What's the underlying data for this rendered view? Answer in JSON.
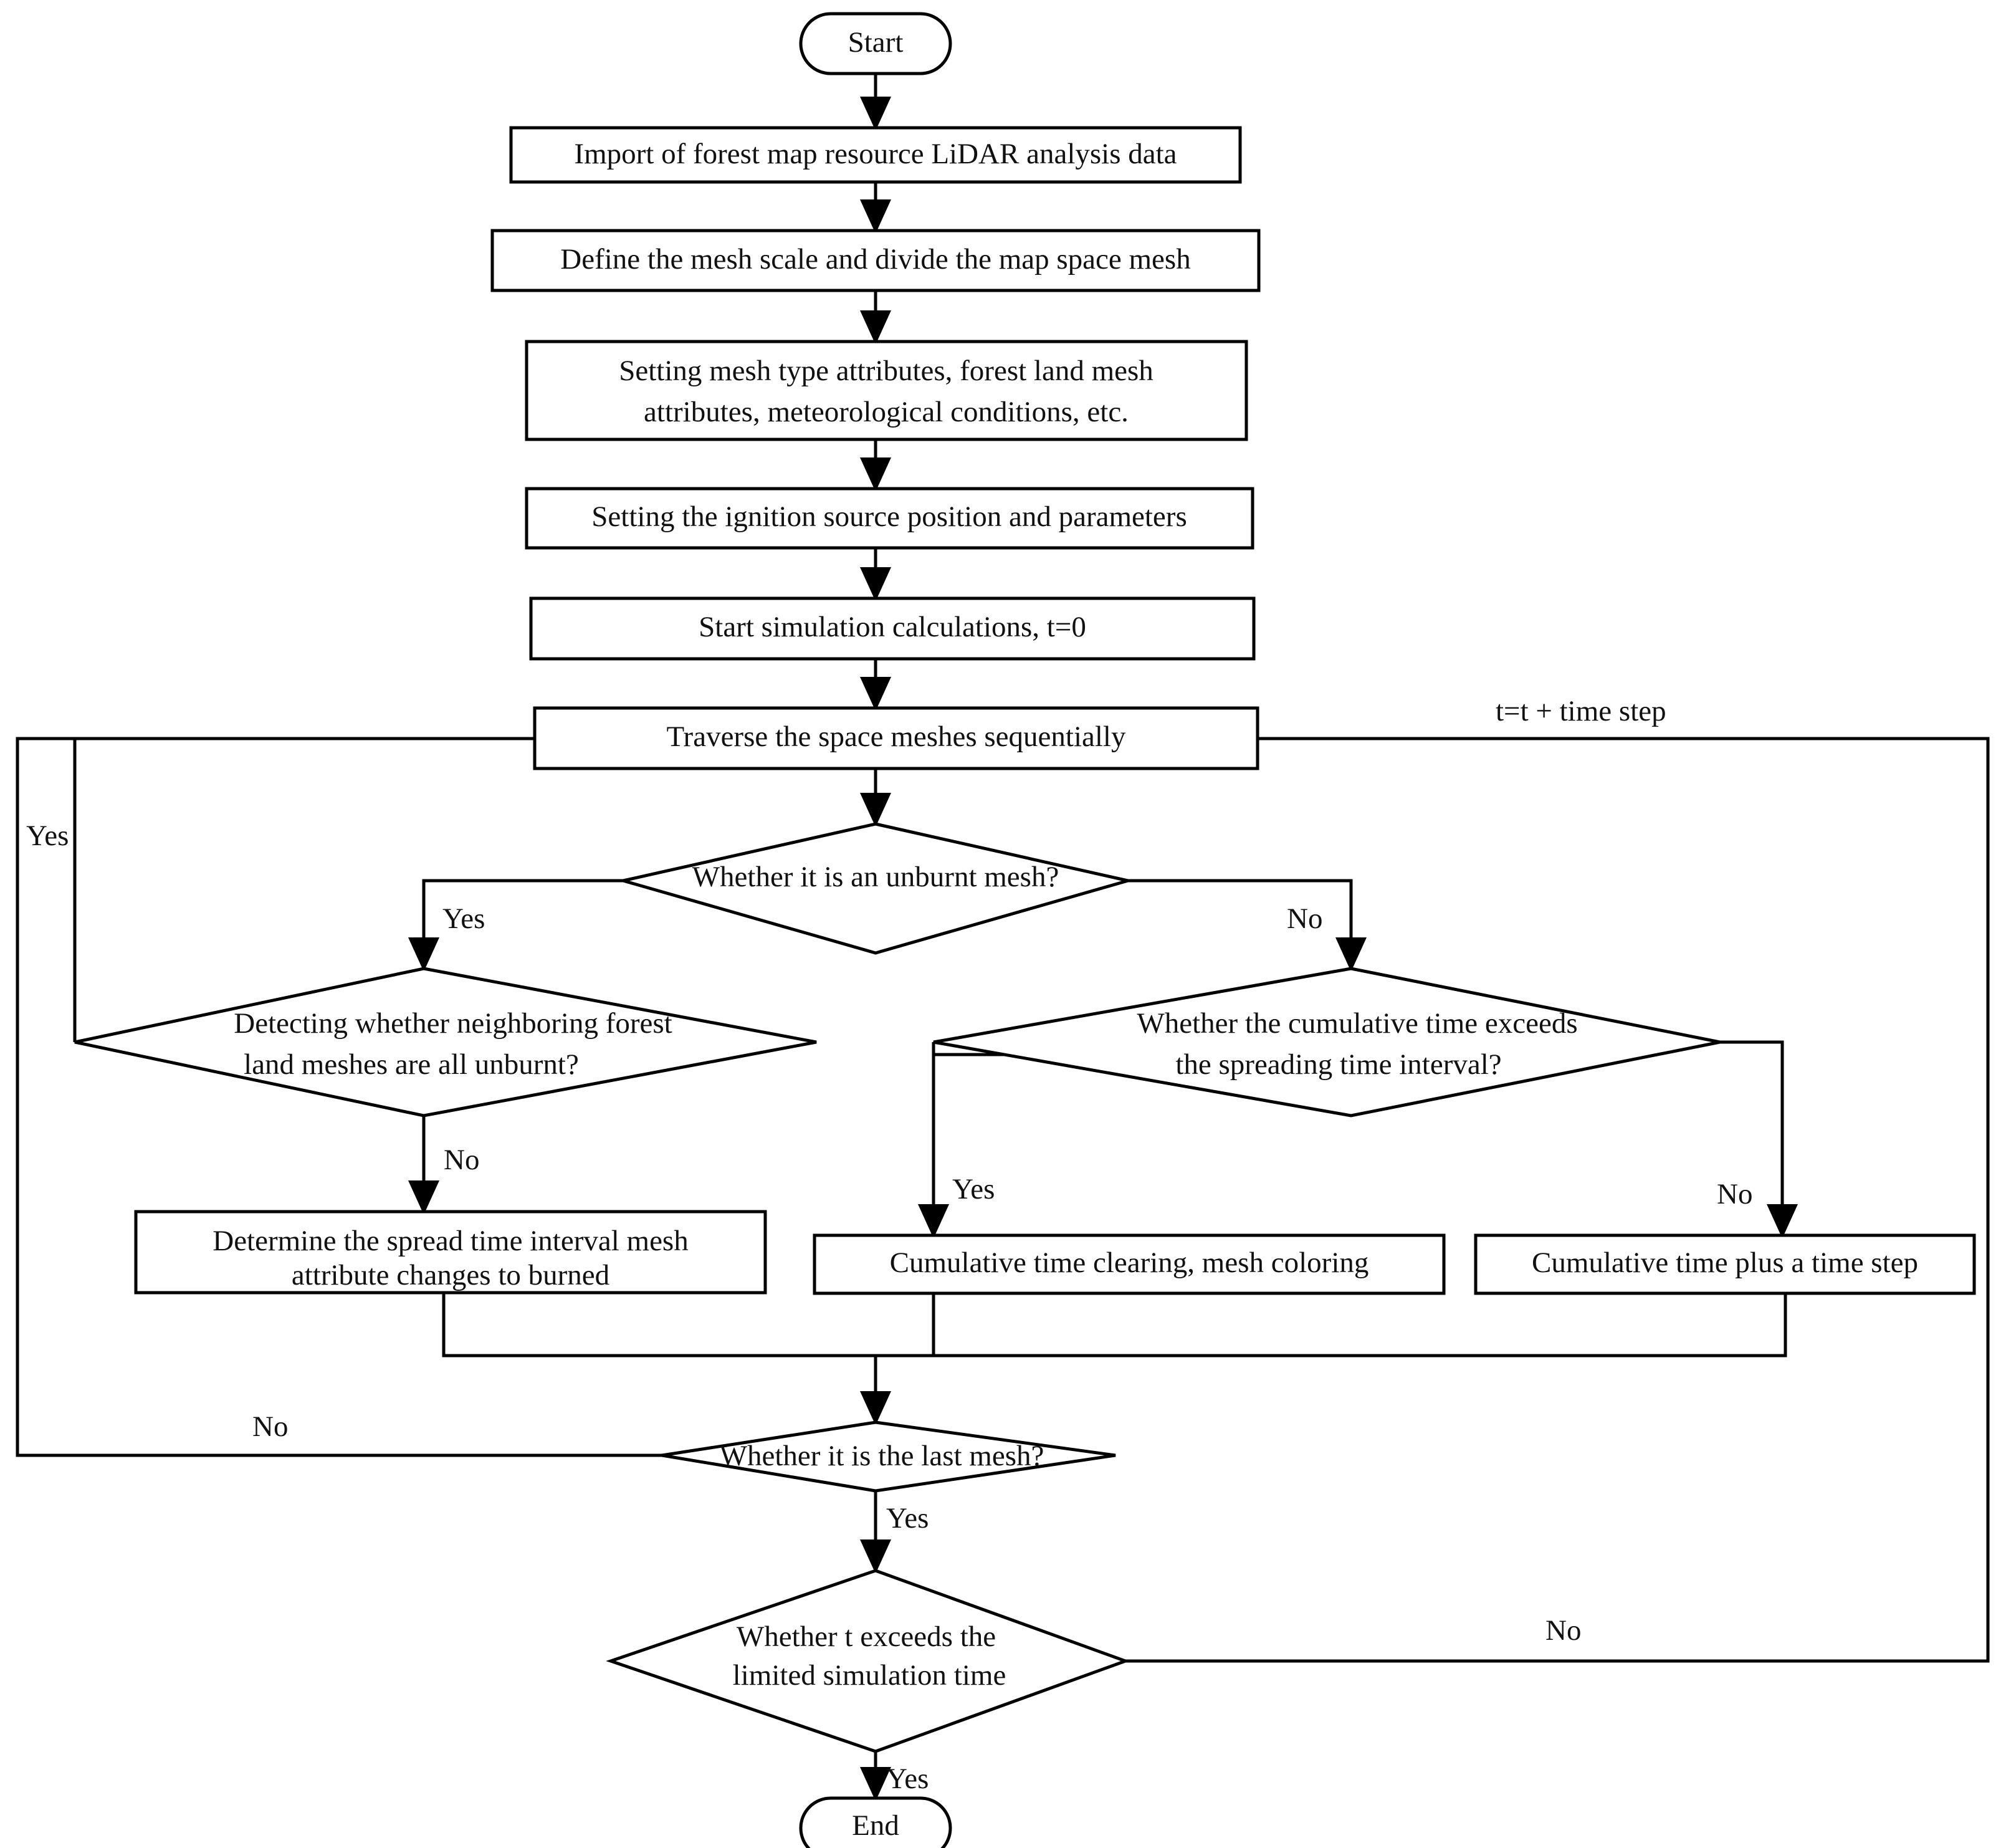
{
  "diagram": {
    "title": "Forest fire spread simulation flowchart",
    "background_color": "#ffffff",
    "line_color": "#000000",
    "text_color": "#111111"
  },
  "nodes": {
    "start": {
      "label": "Start",
      "shape": "terminator"
    },
    "import_data": {
      "label": "Import of forest map resource LiDAR analysis data",
      "shape": "process"
    },
    "define_mesh": {
      "label": "Define the mesh scale and divide the map space mesh",
      "shape": "process"
    },
    "set_attributes_line1": {
      "label": "Setting mesh type attributes, forest land mesh",
      "shape": "process"
    },
    "set_attributes_line2": {
      "label": "attributes, meteorological conditions, etc.",
      "shape": "process"
    },
    "set_ignition": {
      "label": "Setting the ignition source position and parameters",
      "shape": "process"
    },
    "start_sim": {
      "label": "Start simulation calculations, t=0",
      "shape": "process"
    },
    "traverse": {
      "label": "Traverse the space meshes sequentially",
      "shape": "process"
    },
    "unburnt_check": {
      "label": "Whether it is an unburnt mesh?",
      "shape": "decision"
    },
    "neighbor_check_line1": {
      "label": "Detecting whether neighboring forest",
      "shape": "decision"
    },
    "neighbor_check_line2": {
      "label": "land meshes are all unburnt?",
      "shape": "decision"
    },
    "cumulative_check_line1": {
      "label": "Whether the cumulative time exceeds",
      "shape": "decision"
    },
    "cumulative_check_line2": {
      "label": "the spreading time interval?",
      "shape": "decision"
    },
    "determine_spread_line1": {
      "label": "Determine the spread time interval mesh",
      "shape": "process"
    },
    "determine_spread_line2": {
      "label": "attribute changes to burned",
      "shape": "process"
    },
    "clear_time": {
      "label": "Cumulative time clearing, mesh coloring",
      "shape": "process"
    },
    "add_time_step": {
      "label": "Cumulative time plus a time step",
      "shape": "process"
    },
    "last_mesh_check": {
      "label": "Whether it is the last mesh?",
      "shape": "decision"
    },
    "time_limit_check_line1": {
      "label": "Whether t exceeds the",
      "shape": "decision"
    },
    "time_limit_check_line2": {
      "label": "limited simulation time",
      "shape": "decision"
    },
    "end": {
      "label": "End",
      "shape": "terminator"
    }
  },
  "edge_labels": {
    "time_step_increment": "t=t + time step",
    "unburnt_yes": "Yes",
    "unburnt_no": "No",
    "neighbor_yes": "Yes",
    "neighbor_no": "No",
    "cumulative_yes": "Yes",
    "cumulative_no": "No",
    "last_mesh_no": "No",
    "last_mesh_yes": "Yes",
    "time_limit_no": "No",
    "time_limit_yes": "Yes"
  }
}
